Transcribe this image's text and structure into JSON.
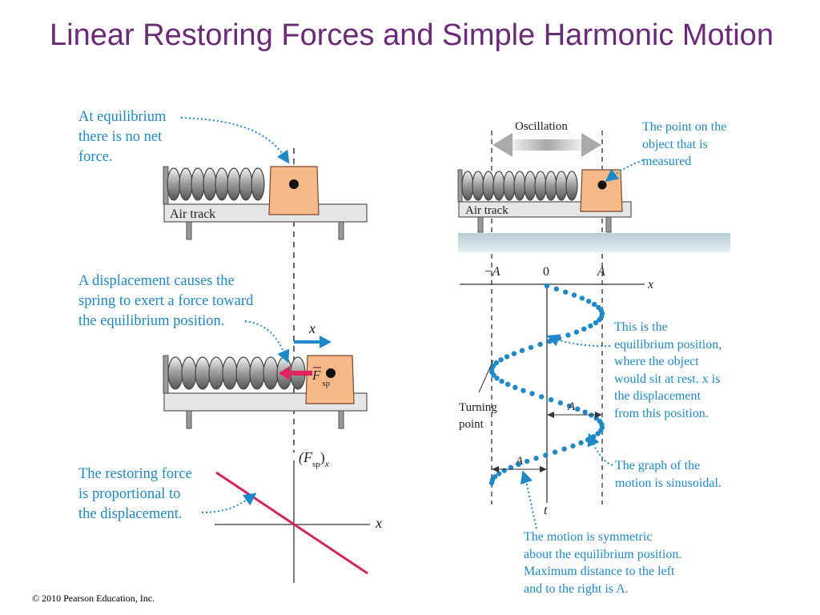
{
  "slide": {
    "title": "Linear Restoring Forces and Simple Harmonic Motion",
    "footer": "© 2010 Pearson Education, Inc."
  },
  "left_panel": {
    "callout_equilibrium": "At equilibrium\nthere is no net\nforce.",
    "callout_displacement": "A displacement causes the\nspring to exert a force toward\nthe equilibrium position.",
    "callout_restoring": "The restoring force\nis proportional to\nthe displacement.",
    "track_label_top": "Air track",
    "displacement_label": "x",
    "force_vector_label": "F",
    "force_vector_subscript": "sp",
    "graph_y_label": "(F",
    "graph_y_subscript": "sp",
    "graph_y_suffix": ")",
    "graph_y_axis_sub": "x",
    "graph_x_label": "x"
  },
  "right_panel": {
    "oscillation_label": "Oscillation",
    "callout_point": "The point on the\nobject that is\nmeasured",
    "track_label": "Air track",
    "axis_minus_a": "−A",
    "axis_zero": "0",
    "axis_a": "A",
    "axis_x": "x",
    "axis_t": "t",
    "turning_point": "Turning\npoint",
    "amp_label_1": "A",
    "amp_label_2": "A",
    "callout_equilibrium": "This is the\nequilibrium position,\nwhere the object\nwould sit at rest. x is\nthe displacement\nfrom this position.",
    "callout_sinusoid": "The graph of the\nmotion is sinusoidal.",
    "callout_symmetric": "The motion is symmetric\nabout the equilibrium position.\nMaximum distance to the left\nand to the right is A."
  },
  "colors": {
    "title": "#6b2a78",
    "callout": "#1f89c7",
    "block": "#f7b98a",
    "force_arrow": "#e0245e",
    "displacement_arrow": "#1f89c7",
    "restoring_line": "#d4245f"
  }
}
